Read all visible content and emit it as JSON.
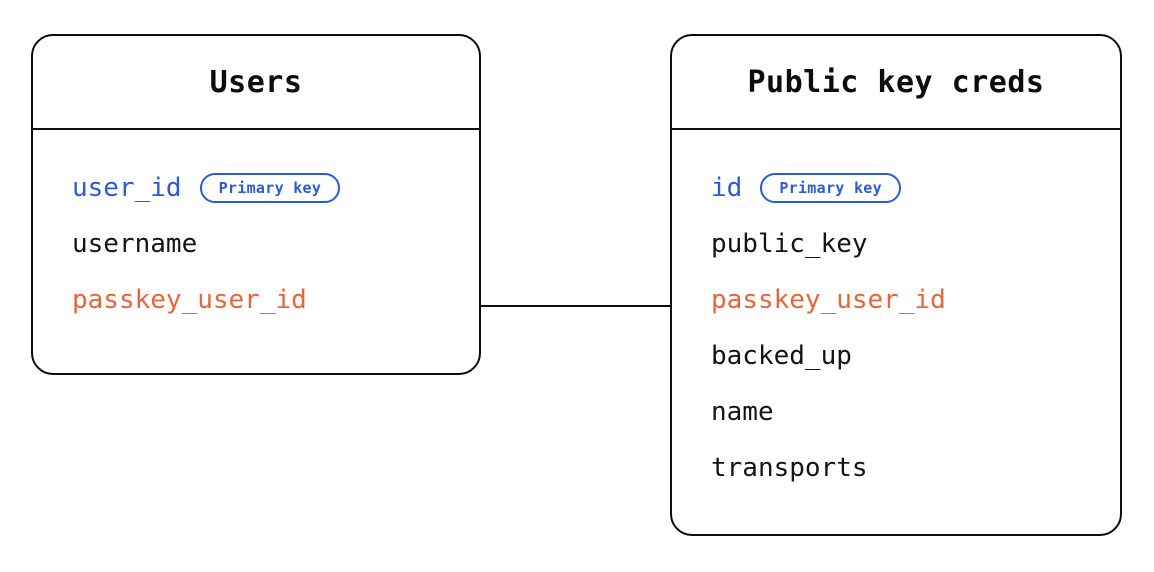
{
  "diagram": {
    "type": "entity-relationship-diagram",
    "background_color": "#ffffff",
    "entities": [
      {
        "id": "users",
        "title": "Users",
        "fields": [
          {
            "name": "user_id",
            "kind": "pk",
            "badge": "Primary key"
          },
          {
            "name": "username",
            "kind": "plain",
            "badge": null
          },
          {
            "name": "passkey_user_id",
            "kind": "fk",
            "badge": null
          }
        ]
      },
      {
        "id": "public_key_creds",
        "title": "Public key creds",
        "fields": [
          {
            "name": "id",
            "kind": "pk",
            "badge": "Primary key"
          },
          {
            "name": "public_key",
            "kind": "plain",
            "badge": null
          },
          {
            "name": "passkey_user_id",
            "kind": "fk",
            "badge": null
          },
          {
            "name": "backed_up",
            "kind": "plain",
            "badge": null
          },
          {
            "name": "name",
            "kind": "plain",
            "badge": null
          },
          {
            "name": "transports",
            "kind": "plain",
            "badge": null
          }
        ]
      }
    ],
    "relationships": [
      {
        "from_entity": "users",
        "from_field": "passkey_user_id",
        "to_entity": "public_key_creds",
        "to_field": "passkey_user_id",
        "style": "straight-line"
      }
    ],
    "colors": {
      "primary_key": "#2B5BD7",
      "foreign_key": "#E8653A",
      "text": "#141414",
      "border": "#0d0d0d",
      "badge_border": "#2B5BD7",
      "badge_text": "#2B5BD7"
    }
  }
}
